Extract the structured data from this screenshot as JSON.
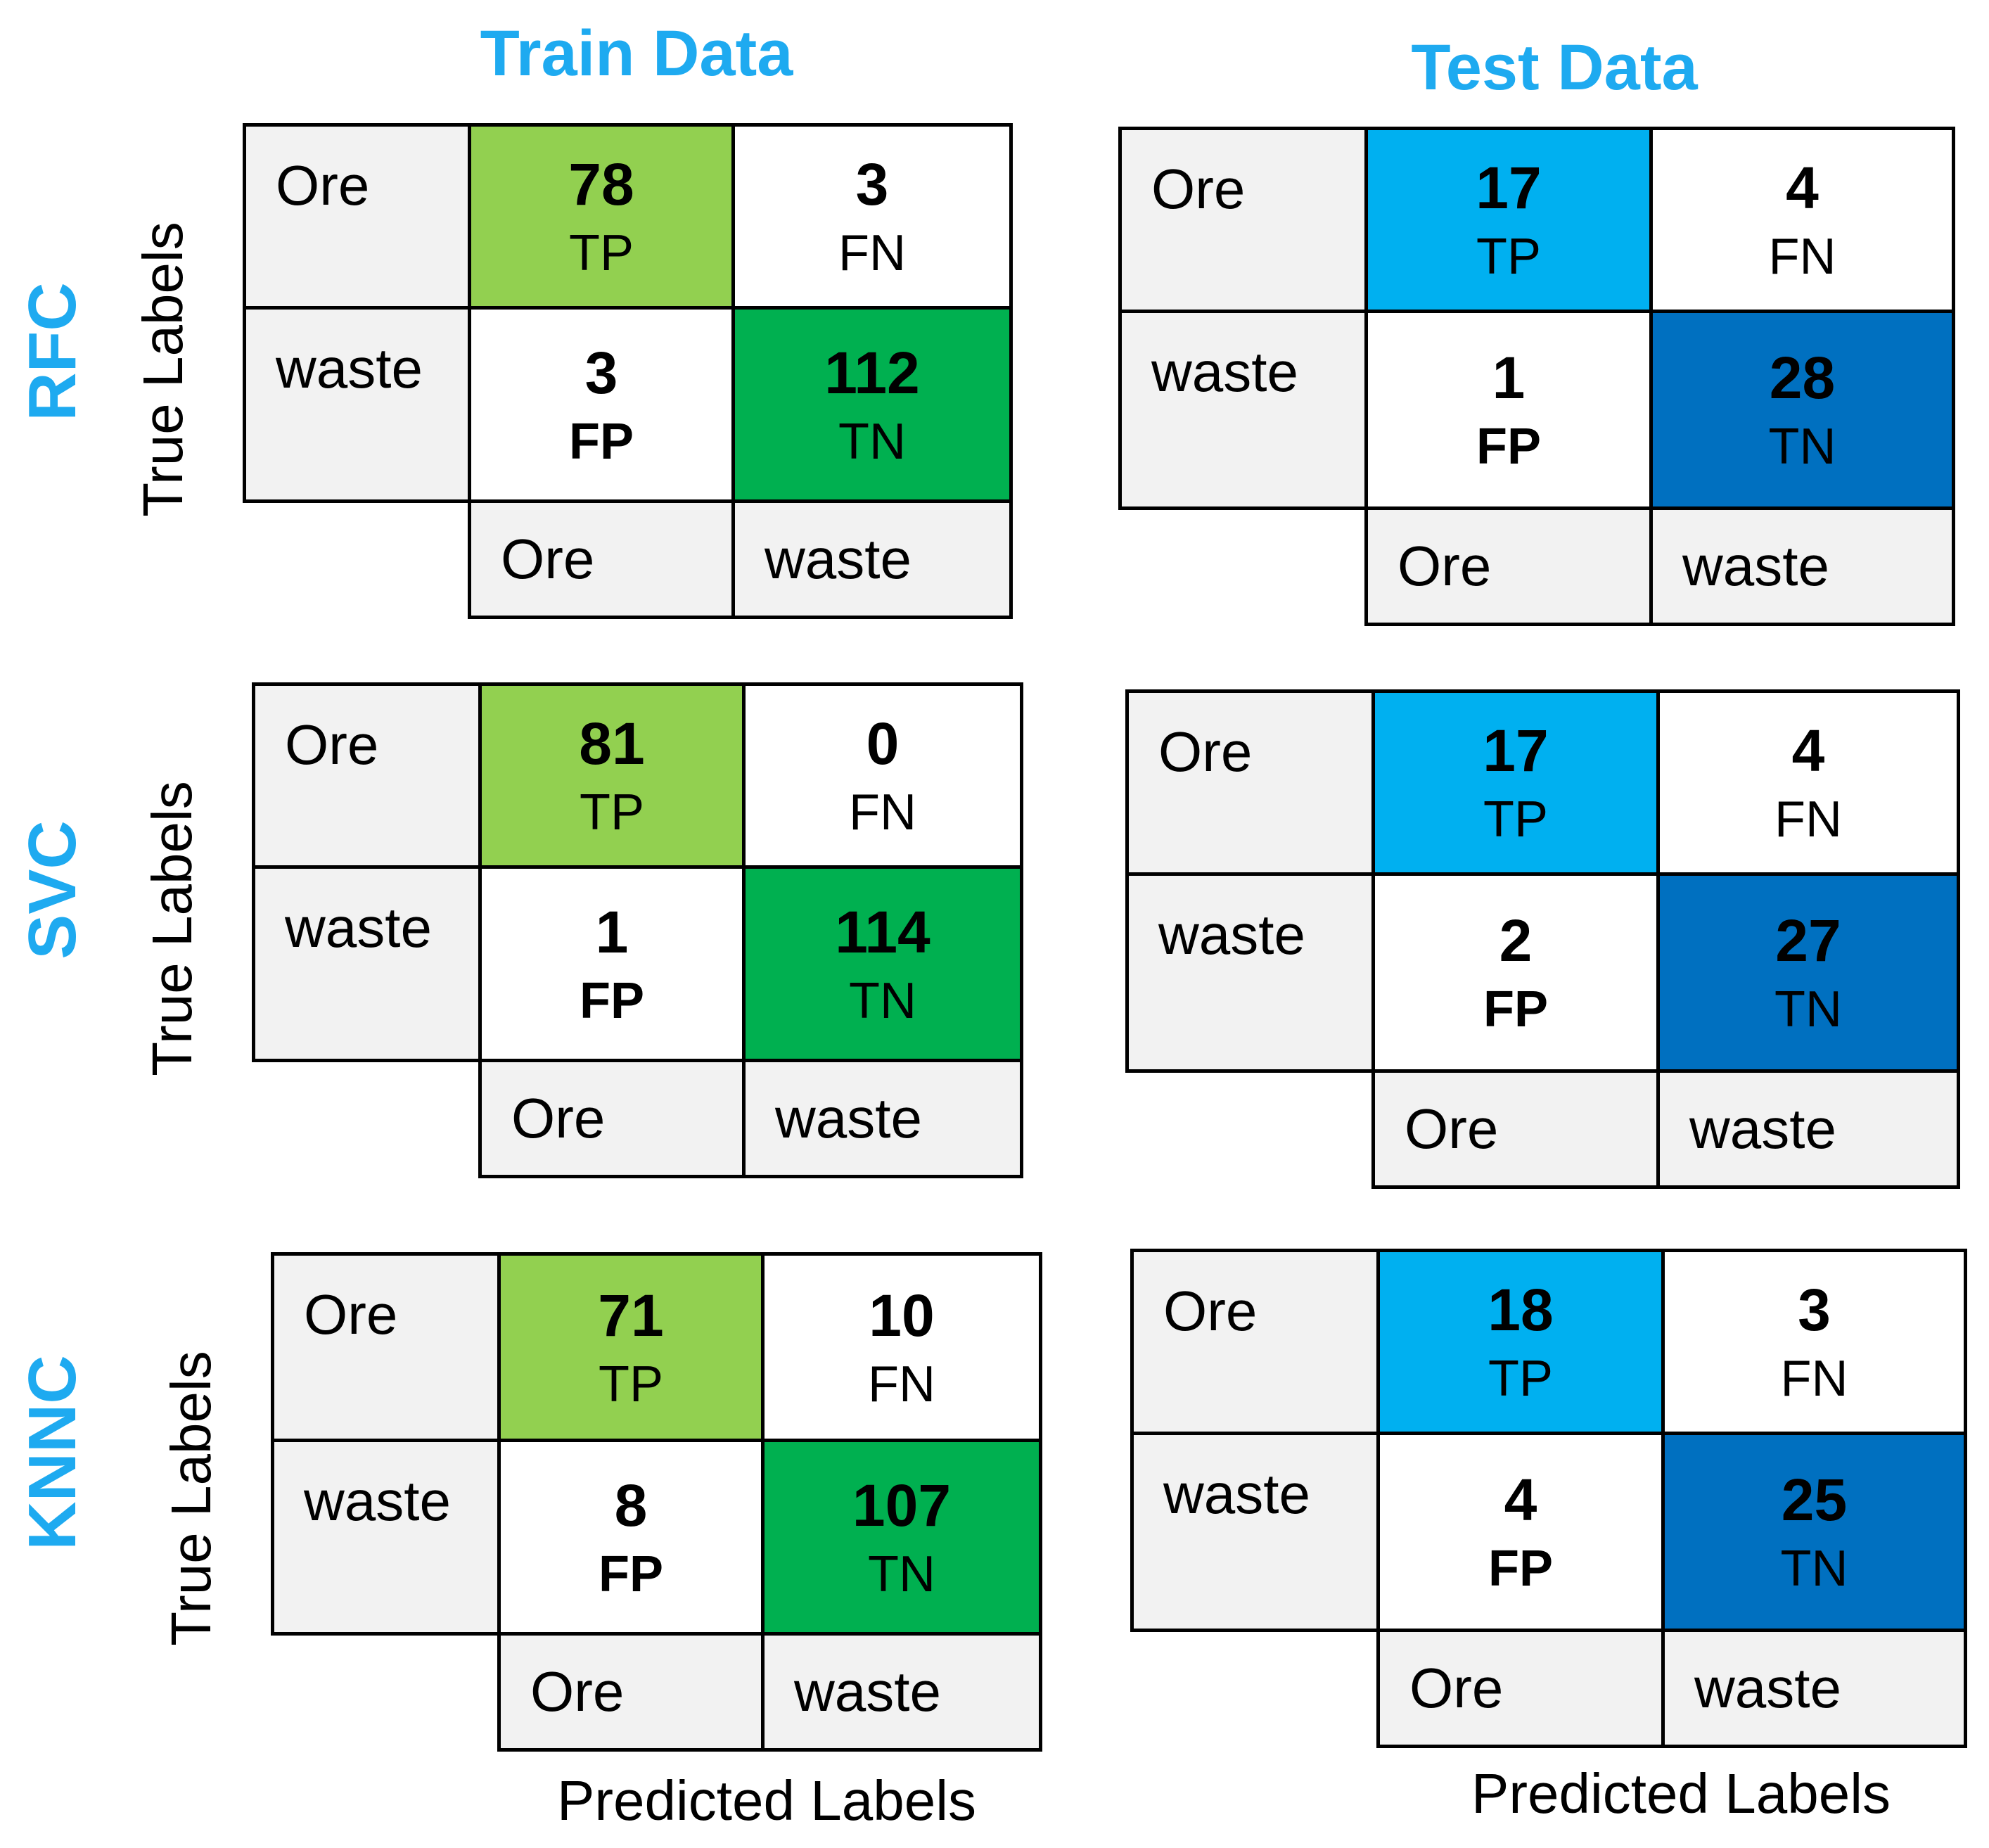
{
  "column_titles": {
    "train": "Train Data",
    "test": "Test Data"
  },
  "axis_labels": {
    "true": "True Labels",
    "predicted": "Predicted Labels"
  },
  "class_labels": [
    "Ore",
    "waste"
  ],
  "colors": {
    "title": "#1eaaf0",
    "train_tp": "#92d050",
    "train_tn": "#00b050",
    "test_tp": "#00b0f0",
    "test_tn": "#0070c0",
    "label_cell": "#f2f2f2",
    "plain_cell": "#ffffff"
  },
  "matrices": [
    {
      "model": "RFC",
      "split": "train",
      "tp": "78",
      "fn": "3",
      "fp": "3",
      "tn": "112",
      "tp_tag": "TP",
      "fn_tag": "FN",
      "fp_tag": "FP",
      "tn_tag": "TN"
    },
    {
      "model": "RFC",
      "split": "test",
      "tp": "17",
      "fn": "4",
      "fp": "1",
      "tn": "28",
      "tp_tag": "TP",
      "fn_tag": "FN",
      "fp_tag": "FP",
      "tn_tag": "TN"
    },
    {
      "model": "SVC",
      "split": "train",
      "tp": "81",
      "fn": "0",
      "fp": "1",
      "tn": "114",
      "tp_tag": "TP",
      "fn_tag": "FN",
      "fp_tag": "FP",
      "tn_tag": "TN"
    },
    {
      "model": "SVC",
      "split": "test",
      "tp": "17",
      "fn": "4",
      "fp": "2",
      "tn": "27",
      "tp_tag": "TP",
      "fn_tag": "FN",
      "fp_tag": "FP",
      "tn_tag": "TN"
    },
    {
      "model": "KNNC",
      "split": "train",
      "tp": "71",
      "fn": "10",
      "fp": "8",
      "tn": "107",
      "tp_tag": "TP",
      "fn_tag": "FN",
      "fp_tag": "FP",
      "tn_tag": "TN"
    },
    {
      "model": "KNNC",
      "split": "test",
      "tp": "18",
      "fn": "3",
      "fp": "4",
      "tn": "25",
      "tp_tag": "TP",
      "fn_tag": "FN",
      "fp_tag": "FP",
      "tn_tag": "TN"
    }
  ]
}
